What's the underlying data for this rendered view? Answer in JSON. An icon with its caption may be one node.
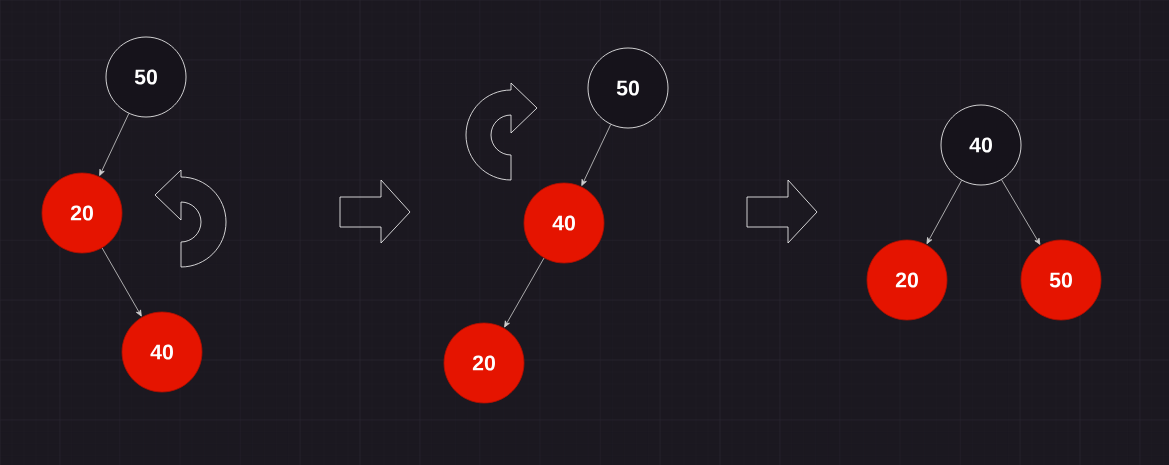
{
  "diagram": {
    "nodes": [
      {
        "text": [
          "50"
        ]
      },
      {
        "text": [
          "20"
        ]
      },
      {
        "text": [
          "40"
        ]
      },
      {
        "text": [
          "50"
        ]
      },
      {
        "text": [
          "40"
        ]
      },
      {
        "text": [
          "20"
        ]
      },
      {
        "text": [
          "40"
        ]
      },
      {
        "text": [
          "20"
        ]
      },
      {
        "text": [
          "50"
        ]
      }
    ],
    "edges": [
      {
        "from": 0,
        "to": 1,
        "arrow": "to"
      },
      {
        "from": 1,
        "to": 2,
        "arrow": "to"
      },
      {
        "from": 3,
        "to": 4,
        "arrow": "to"
      },
      {
        "from": 4,
        "to": 5,
        "arrow": "to"
      },
      {
        "from": 6,
        "to": 7,
        "arrow": "to"
      },
      {
        "from": 6,
        "to": 8,
        "arrow": "to"
      }
    ]
  }
}
